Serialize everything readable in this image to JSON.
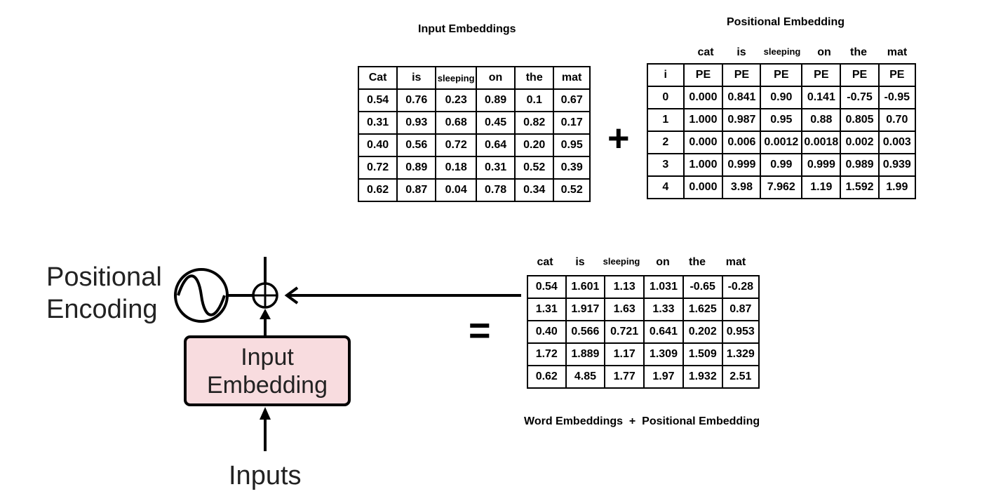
{
  "input_embeddings": {
    "title": "Input Embeddings",
    "headers": [
      "Cat",
      "is",
      "sleeping",
      "on",
      "the",
      "mat"
    ],
    "rows": [
      [
        "0.54",
        "0.76",
        "0.23",
        "0.89",
        "0.1",
        "0.67"
      ],
      [
        "0.31",
        "0.93",
        "0.68",
        "0.45",
        "0.82",
        "0.17"
      ],
      [
        "0.40",
        "0.56",
        "0.72",
        "0.64",
        "0.20",
        "0.95"
      ],
      [
        "0.72",
        "0.89",
        "0.18",
        "0.31",
        "0.52",
        "0.39"
      ],
      [
        "0.62",
        "0.87",
        "0.04",
        "0.78",
        "0.34",
        "0.52"
      ]
    ]
  },
  "plus_symbol": "+",
  "positional_embedding": {
    "title": "Positional Embedding",
    "words": [
      "cat",
      "is",
      "sleeping",
      "on",
      "the",
      "mat"
    ],
    "headers": [
      "i",
      "PE",
      "PE",
      "PE",
      "PE",
      "PE",
      "PE"
    ],
    "rows": [
      [
        "0",
        "0.000",
        "0.841",
        "0.90",
        "0.141",
        "-0.75",
        "-0.95"
      ],
      [
        "1",
        "1.000",
        "0.987",
        "0.95",
        "0.88",
        "0.805",
        "0.70"
      ],
      [
        "2",
        "0.000",
        "0.006",
        "0.0012",
        "0.0018",
        "0.002",
        "0.003"
      ],
      [
        "3",
        "1.000",
        "0.999",
        "0.99",
        "0.999",
        "0.989",
        "0.939"
      ],
      [
        "4",
        "0.000",
        "3.98",
        "7.962",
        "1.19",
        "1.592",
        "1.99"
      ]
    ]
  },
  "equals_symbol": "=",
  "result": {
    "words": [
      "cat",
      "is",
      "sleeping",
      "on",
      "the",
      "mat"
    ],
    "rows": [
      [
        "0.54",
        "1.601",
        "1.13",
        "1.031",
        "-0.65",
        "-0.28"
      ],
      [
        "1.31",
        "1.917",
        "1.63",
        "1.33",
        "1.625",
        "0.87"
      ],
      [
        "0.40",
        "0.566",
        "0.721",
        "0.641",
        "0.202",
        "0.953"
      ],
      [
        "1.72",
        "1.889",
        "1.17",
        "1.309",
        "1.509",
        "1.329"
      ],
      [
        "0.62",
        "4.85",
        "1.77",
        "1.97",
        "1.932",
        "2.51"
      ]
    ],
    "caption": "Word Embeddings  +  Positional Embedding"
  },
  "diagram": {
    "positional_label_line1": "Positional",
    "positional_label_line2": "Encoding",
    "box_label_line1": "Input",
    "box_label_line2": "Embedding",
    "inputs_label": "Inputs",
    "box_fill": "#f8dcdf"
  }
}
